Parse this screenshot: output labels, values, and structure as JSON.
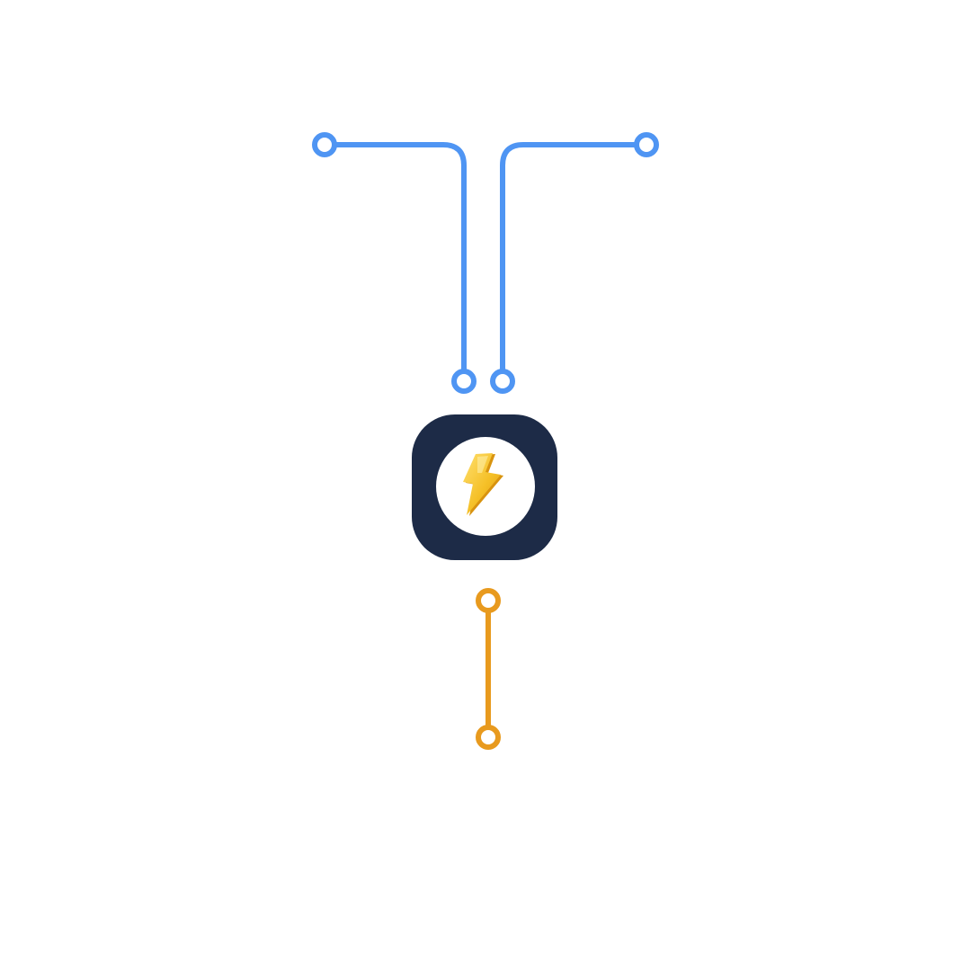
{
  "diagram": {
    "node": {
      "icon": "lightning-bolt-icon",
      "box_color": "#1d2b47",
      "inner_color": "#ffffff",
      "bolt_color": "#f5c027"
    },
    "connectors": [
      {
        "name": "input-connector-left",
        "color": "#4f95f3"
      },
      {
        "name": "input-connector-right",
        "color": "#4f95f3"
      },
      {
        "name": "output-connector",
        "color": "#e89a1e"
      }
    ]
  }
}
